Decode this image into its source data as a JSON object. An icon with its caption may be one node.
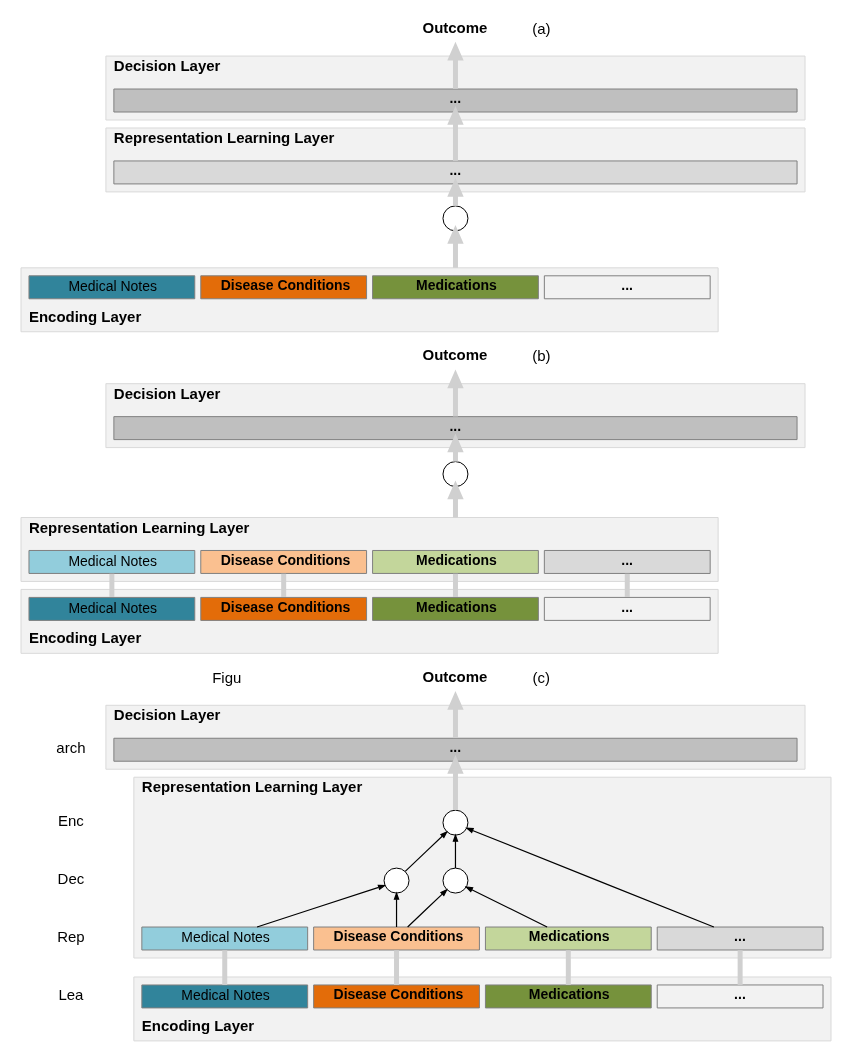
{
  "diagram": {
    "nodes": [
      {
        "text": [
          "Outcome"
        ]
      },
      {
        "text": [
          "Decision Layer"
        ]
      },
      {
        "text": [
          "..."
        ],
        "in": 1
      },
      {
        "text": [
          "Representation Learning Layer"
        ]
      },
      {
        "text": [
          "..."
        ],
        "in": 3
      },
      {
        "text": [],
        "shape": "circle"
      },
      {
        "text": [
          "Encoding Layer"
        ]
      },
      {
        "text": [
          "Medical Notes"
        ],
        "in": 6
      },
      {
        "text": [
          "Disease Conditions"
        ],
        "in": 6
      },
      {
        "text": [
          "Medications"
        ],
        "in": 6
      },
      {
        "text": [
          "..."
        ],
        "in": 6
      },
      {
        "text": [
          "Outcome"
        ]
      },
      {
        "text": [
          "Decision Layer"
        ]
      },
      {
        "text": [
          "..."
        ],
        "in": 12
      },
      {
        "text": [],
        "shape": "circle"
      },
      {
        "text": [
          "Representation Learning Layer"
        ]
      },
      {
        "text": [
          "Medical Notes"
        ],
        "in": 15
      },
      {
        "text": [
          "Disease Conditions"
        ],
        "in": 15
      },
      {
        "text": [
          "Medications"
        ],
        "in": 15
      },
      {
        "text": [
          "..."
        ],
        "in": 15
      },
      {
        "text": [
          "Encoding Layer"
        ]
      },
      {
        "text": [
          "Medical Notes"
        ],
        "in": 20
      },
      {
        "text": [
          "Disease Conditions"
        ],
        "in": 20
      },
      {
        "text": [
          "Medications"
        ],
        "in": 20
      },
      {
        "text": [
          "..."
        ],
        "in": 20
      },
      {
        "text": [
          "Outcome"
        ]
      },
      {
        "text": [
          "Decision Layer"
        ]
      },
      {
        "text": [
          "..."
        ],
        "in": 26
      },
      {
        "text": [
          "Representation Learning Layer"
        ]
      },
      {
        "text": [],
        "shape": "circle",
        "in": 28
      },
      {
        "text": [],
        "shape": "circle",
        "in": 28
      },
      {
        "text": [],
        "shape": "circle",
        "in": 28
      },
      {
        "text": [
          "Medical Notes"
        ],
        "in": 28
      },
      {
        "text": [
          "Disease Conditions"
        ],
        "in": 28
      },
      {
        "text": [
          "Medications"
        ],
        "in": 28
      },
      {
        "text": [
          "..."
        ],
        "in": 28
      },
      {
        "text": [
          "Encoding Layer"
        ]
      },
      {
        "text": [
          "Medical Notes"
        ],
        "in": 36
      },
      {
        "text": [
          "Disease Conditions"
        ],
        "in": 36
      },
      {
        "text": [
          "Medications"
        ],
        "in": 36
      },
      {
        "text": [
          "..."
        ],
        "in": 36
      }
    ],
    "edges": [
      {
        "from": 6,
        "to": 5,
        "arrow": "to"
      },
      {
        "from": 5,
        "to": 4,
        "arrow": "to"
      },
      {
        "from": 4,
        "to": 2,
        "arrow": "to"
      },
      {
        "from": 2,
        "to": 0,
        "arrow": "to"
      },
      {
        "from": 21,
        "to": 16,
        "arrow": "none"
      },
      {
        "from": 22,
        "to": 17,
        "arrow": "none"
      },
      {
        "from": 23,
        "to": 18,
        "arrow": "none"
      },
      {
        "from": 24,
        "to": 19,
        "arrow": "none"
      },
      {
        "from": 15,
        "to": 14,
        "arrow": "to"
      },
      {
        "from": 14,
        "to": 13,
        "arrow": "to"
      },
      {
        "from": 13,
        "to": 11,
        "arrow": "to"
      },
      {
        "from": 37,
        "to": 32,
        "arrow": "none"
      },
      {
        "from": 38,
        "to": 33,
        "arrow": "none"
      },
      {
        "from": 39,
        "to": 34,
        "arrow": "none"
      },
      {
        "from": 40,
        "to": 35,
        "arrow": "none"
      },
      {
        "from": 32,
        "to": 31,
        "arrow": "to",
        "color": "#000000"
      },
      {
        "from": 33,
        "to": 31,
        "arrow": "to",
        "color": "#000000"
      },
      {
        "from": 33,
        "to": 30,
        "arrow": "to",
        "color": "#000000"
      },
      {
        "from": 34,
        "to": 30,
        "arrow": "to",
        "color": "#000000"
      },
      {
        "from": 30,
        "to": 29,
        "arrow": "to",
        "color": "#000000"
      },
      {
        "from": 31,
        "to": 29,
        "arrow": "to",
        "color": "#000000"
      },
      {
        "from": 35,
        "to": 29,
        "arrow": "to",
        "color": "#000000"
      },
      {
        "from": 29,
        "to": 27,
        "arrow": "to"
      },
      {
        "from": 27,
        "to": 25,
        "arrow": "to"
      }
    ],
    "labels": [
      "(a)",
      "(b)",
      "(c)",
      "Figu",
      "arch",
      "Enc",
      "Dec",
      "Rep",
      "Lea"
    ]
  }
}
